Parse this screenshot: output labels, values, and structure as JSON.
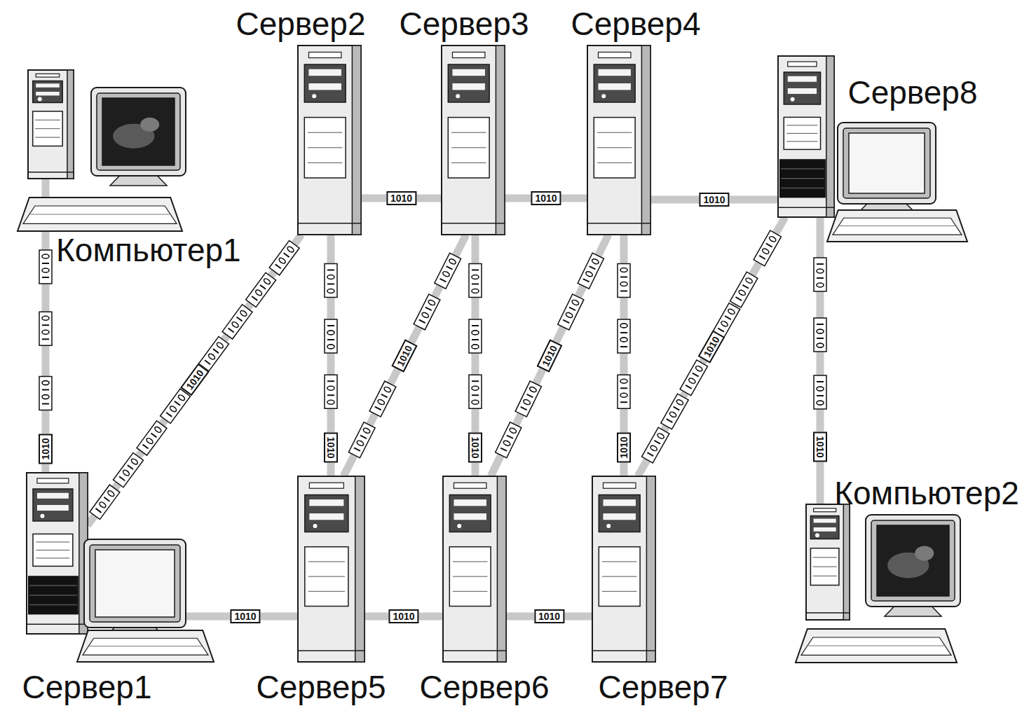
{
  "diagram": {
    "nodes": [
      {
        "text": [
          "Компьютер1"
        ]
      },
      {
        "text": [
          "Сервер2"
        ]
      },
      {
        "text": [
          "Сервер3"
        ]
      },
      {
        "text": [
          "Сервер4"
        ]
      },
      {
        "text": [
          "Сервер8"
        ]
      },
      {
        "text": [
          "Компьютер2"
        ]
      },
      {
        "text": [
          "Сервер1"
        ]
      },
      {
        "text": [
          "Сервер5"
        ]
      },
      {
        "text": [
          "Сервер6"
        ]
      },
      {
        "text": [
          "Сервер7"
        ]
      }
    ],
    "edges": [
      {
        "from": 0,
        "to": 6,
        "arrow": "none",
        "label": "1010"
      },
      {
        "from": 6,
        "to": 1,
        "arrow": "none",
        "label": "1010"
      },
      {
        "from": 6,
        "to": 7,
        "arrow": "none",
        "label": "1010"
      },
      {
        "from": 7,
        "to": 8,
        "arrow": "none",
        "label": "1010"
      },
      {
        "from": 8,
        "to": 9,
        "arrow": "none",
        "label": "1010"
      },
      {
        "from": 1,
        "to": 2,
        "arrow": "none",
        "label": "1010"
      },
      {
        "from": 2,
        "to": 3,
        "arrow": "none",
        "label": "1010"
      },
      {
        "from": 3,
        "to": 4,
        "arrow": "none",
        "label": "1010"
      },
      {
        "from": 1,
        "to": 7,
        "arrow": "none",
        "label": "1010"
      },
      {
        "from": 2,
        "to": 7,
        "arrow": "none",
        "label": "1010"
      },
      {
        "from": 2,
        "to": 8,
        "arrow": "none",
        "label": "1010"
      },
      {
        "from": 3,
        "to": 8,
        "arrow": "none",
        "label": "1010"
      },
      {
        "from": 3,
        "to": 9,
        "arrow": "none",
        "label": "1010"
      },
      {
        "from": 4,
        "to": 9,
        "arrow": "none",
        "label": "1010"
      },
      {
        "from": 4,
        "to": 5,
        "arrow": "none",
        "label": "1010"
      }
    ]
  }
}
